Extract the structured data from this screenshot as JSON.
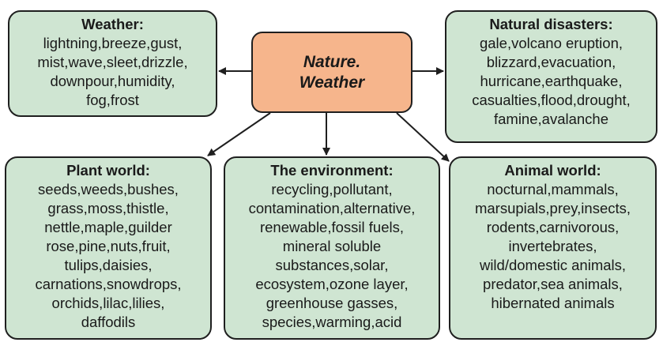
{
  "center": {
    "title_lines": [
      "Nature.",
      "Weather"
    ]
  },
  "boxes": {
    "weather": {
      "title": "Weather:",
      "lines": [
        "lightning,breeze,gust,",
        "mist,wave,sleet,drizzle,",
        "downpour,humidity,",
        "fog,frost"
      ]
    },
    "disasters": {
      "title": "Natural disasters:",
      "lines": [
        "gale,volcano eruption,",
        "blizzard,evacuation,",
        "hurricane,earthquake,",
        "casualties,flood,drought,",
        "famine,avalanche"
      ]
    },
    "plant": {
      "title": "Plant world:",
      "lines": [
        "seeds,weeds,bushes,",
        "grass,moss,thistle,",
        "nettle,maple,guilder",
        "rose,pine,nuts,fruit,",
        "tulips,daisies,",
        "carnations,snowdrops,",
        "orchids,lilac,lilies,",
        "daffodils"
      ]
    },
    "environment": {
      "title": "The environment:",
      "lines": [
        "recycling,pollutant,",
        "contamination,alternative,",
        "renewable,fossil fuels,",
        "mineral soluble",
        "substances,solar,",
        "ecosystem,ozone layer,",
        "greenhouse gasses,",
        "species,warming,acid"
      ]
    },
    "animal": {
      "title": "Animal world:",
      "lines": [
        "nocturnal,mammals,",
        "marsupials,prey,insects,",
        "rodents,carnivorous,",
        "invertebrates,",
        "wild/domestic animals,",
        "predator,sea animals,",
        "hibernated animals"
      ]
    }
  },
  "colors": {
    "box_fill": "#cfe5d2",
    "center_fill": "#f6b58c",
    "line": "#1f1f1f"
  }
}
